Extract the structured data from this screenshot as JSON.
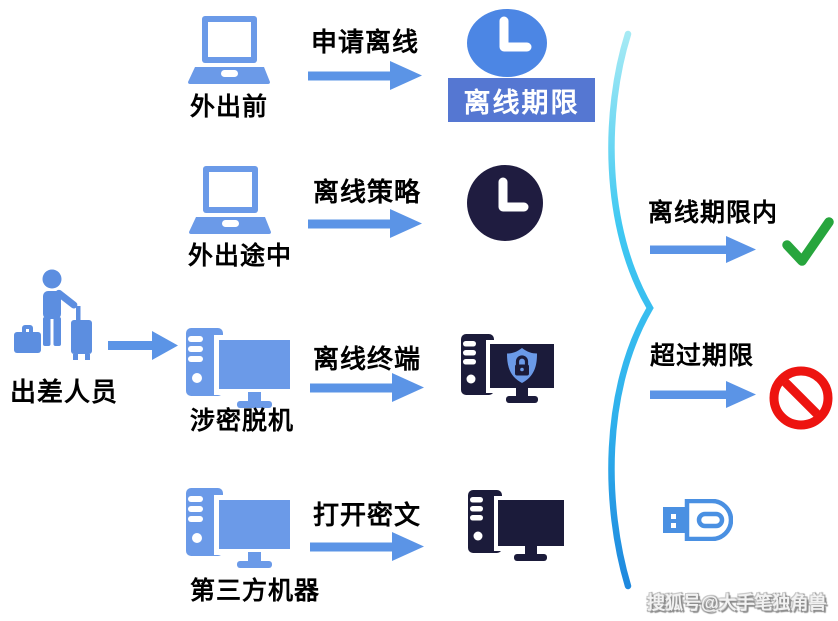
{
  "diagram": {
    "title_none": "",
    "actor": {
      "label": "出差人员"
    },
    "flow_rows": [
      {
        "source_label": "外出前",
        "action_label": "申请离线",
        "target_icon": "clock-blue",
        "target_label": "离线期限"
      },
      {
        "source_label": "外出途中",
        "action_label": "离线策略",
        "target_icon": "clock-dark",
        "target_label": ""
      },
      {
        "source_label": "涉密脱机",
        "action_label": "离线终端",
        "target_icon": "locked-terminal",
        "target_label": ""
      },
      {
        "source_label": "第三方机器",
        "action_label": "打开密文",
        "target_icon": "dark-terminal",
        "target_label": ""
      }
    ],
    "outcomes": [
      {
        "label": "离线期限内",
        "result": "allowed",
        "result_icon": "check-icon"
      },
      {
        "label": "超过期限",
        "result": "blocked",
        "result_icon": "prohibition-icon"
      }
    ],
    "extra_icons": [
      "usb-drive"
    ],
    "watermark": "搜狐号@大手笔独角兽",
    "colors": {
      "light_blue": "#6B9AE8",
      "arrow_blue": "#5B94E6",
      "clock_blue": "#4C86E4",
      "badge_blue": "#5577D2",
      "dark_navy": "#1B1B3A",
      "person_blue": "#5C8EE0",
      "brace_cyan_top": "#A6EAF4",
      "brace_cyan_mid": "#3FC8F2",
      "brace_cyan_bottom": "#1E88DE",
      "check_green": "#27A53D",
      "prohibit_red": "#ED1410",
      "usb_blue": "#4A90E2",
      "text_black": "#000000"
    }
  }
}
